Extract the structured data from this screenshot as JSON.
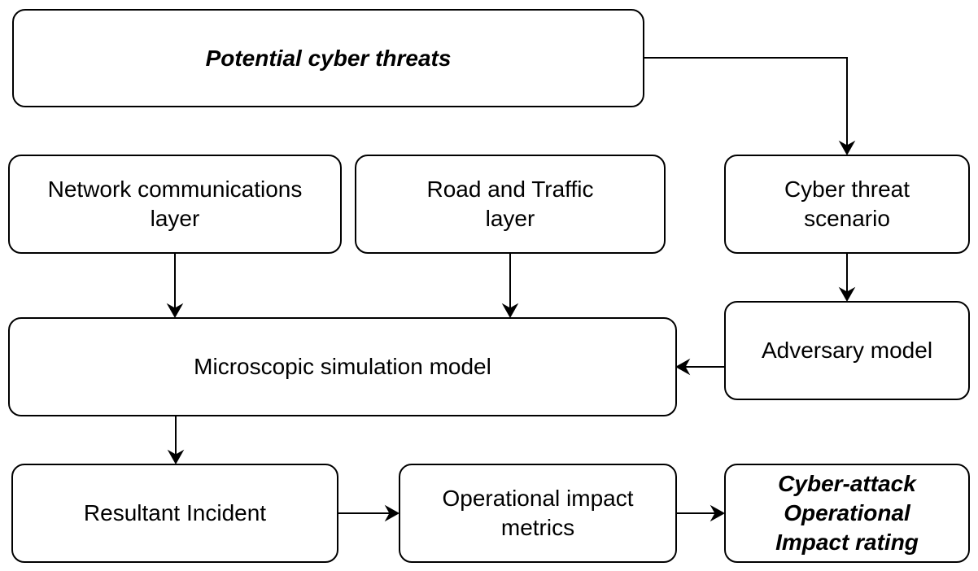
{
  "diagram": {
    "nodes": {
      "potential_threats": {
        "label": "Potential cyber threats"
      },
      "network_layer": {
        "label_line1": "Network communications",
        "label_line2": "layer"
      },
      "road_layer": {
        "label_line1": "Road and Traffic",
        "label_line2": "layer"
      },
      "cyber_scenario": {
        "label_line1": "Cyber threat",
        "label_line2": "scenario"
      },
      "microscopic_model": {
        "label": "Microscopic simulation model"
      },
      "adversary_model": {
        "label": "Adversary model"
      },
      "resultant_incident": {
        "label": "Resultant Incident"
      },
      "impact_metrics": {
        "label_line1": "Operational impact",
        "label_line2": "metrics"
      },
      "impact_rating": {
        "label_line1": "Cyber-attack",
        "label_line2": "Operational",
        "label_line3": "Impact rating"
      }
    },
    "edges": [
      {
        "from": "Potential cyber threats",
        "to": "Cyber threat scenario"
      },
      {
        "from": "Network communications layer",
        "to": "Microscopic simulation model"
      },
      {
        "from": "Road and Traffic layer",
        "to": "Microscopic simulation model"
      },
      {
        "from": "Cyber threat scenario",
        "to": "Adversary model"
      },
      {
        "from": "Adversary model",
        "to": "Microscopic simulation model"
      },
      {
        "from": "Microscopic simulation model",
        "to": "Resultant Incident"
      },
      {
        "from": "Resultant Incident",
        "to": "Operational impact metrics"
      },
      {
        "from": "Operational impact metrics",
        "to": "Cyber-attack Operational Impact rating"
      }
    ]
  }
}
